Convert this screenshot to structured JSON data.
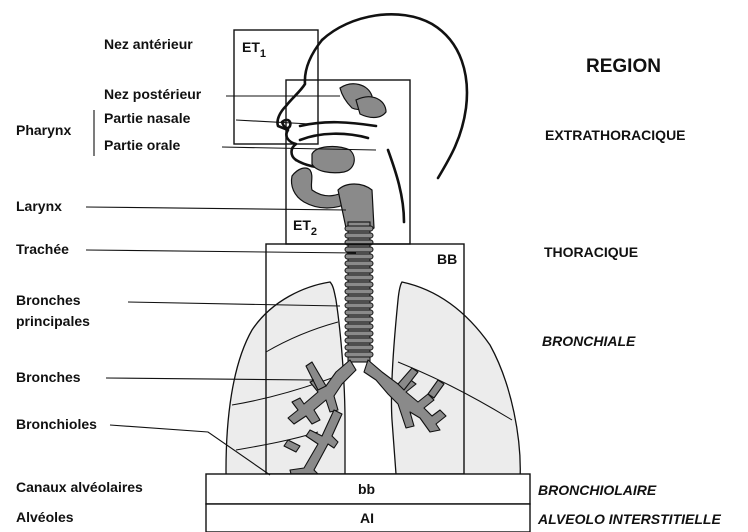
{
  "labels": {
    "nez_anterieur": "Nez antérieur",
    "nez_posterieur": "Nez postérieur",
    "pharynx": "Pharynx",
    "partie_nasale": "Partie nasale",
    "partie_orale": "Partie orale",
    "larynx": "Larynx",
    "trachee": "Trachée",
    "bronches_principales_1": "Bronches",
    "bronches_principales_2": "principales",
    "bronches": "Bronches",
    "bronchioles": "Bronchioles",
    "canaux_alveolaires": "Canaux alvéolaires",
    "alveoles": "Alvéoles"
  },
  "boxes": {
    "et1": {
      "main": "ET",
      "sub": "1"
    },
    "et2": {
      "main": "ET",
      "sub": "2"
    },
    "bb_upper": "BB",
    "bb_lower": "bb",
    "ai": "AI"
  },
  "regions": {
    "heading": "REGION",
    "extrathoracique": "EXTRATHORACIQUE",
    "thoracique": "THORACIQUE",
    "bronchiale": "BRONCHIALE",
    "bronchiolaire": "BRONCHIOLAIRE",
    "alveolo_interstitielle": "ALVEOLO INTERSTITIELLE"
  },
  "colors": {
    "fill_gray": "#8a8a8a",
    "lung_fill": "#ececec",
    "ink": "#111111"
  }
}
